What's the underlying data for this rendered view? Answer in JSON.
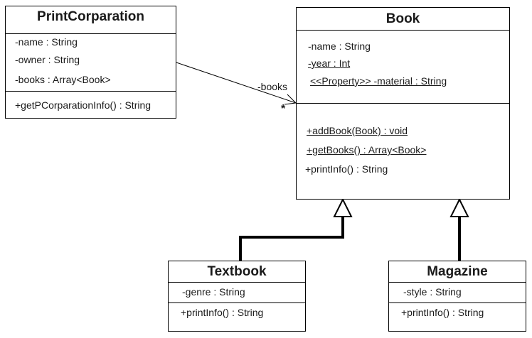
{
  "classes": {
    "print_corp": {
      "name": "PrintCorparation",
      "attributes": [
        "-name : String",
        "-owner : String",
        "-books : Array<Book>"
      ],
      "methods": [
        "+getPCorparationInfo() : String"
      ]
    },
    "book": {
      "name": "Book",
      "attributes": [
        "-name : String",
        "-year : Int",
        "<<Property>> -material : String"
      ],
      "methods": [
        "+addBook(Book) : void",
        "+getBooks() : Array<Book>",
        "+printInfo() : String"
      ]
    },
    "textbook": {
      "name": "Textbook",
      "attributes": [
        "-genre : String"
      ],
      "methods": [
        "+printInfo() : String"
      ]
    },
    "magazine": {
      "name": "Magazine",
      "attributes": [
        "-style : String"
      ],
      "methods": [
        "+printInfo() : String"
      ]
    }
  },
  "association": {
    "role_label": "-books",
    "multiplicity": "*"
  }
}
